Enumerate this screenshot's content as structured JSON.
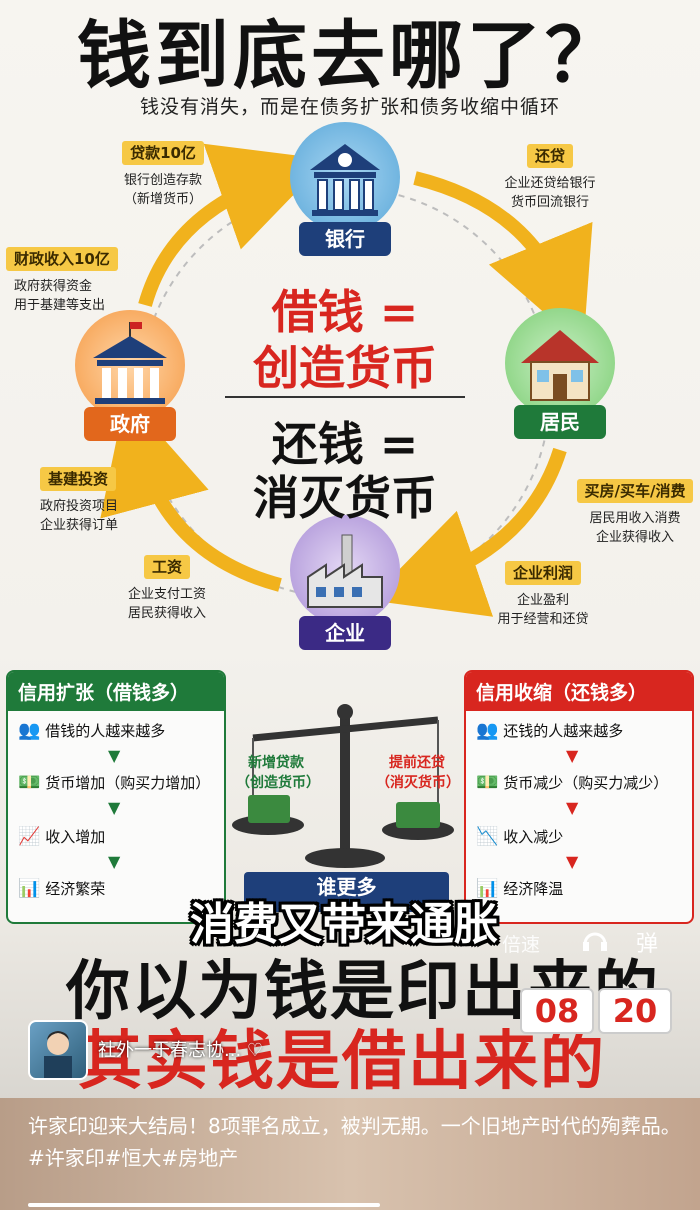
{
  "poster": {
    "title": "钱到底去哪了？",
    "subtitle": "钱没有消失，而是在债务扩张和债务收缩中循环",
    "center": {
      "line1": "借钱 =",
      "line2": "创造货币",
      "line3": "还钱 =",
      "line4": "消灭货币"
    },
    "nodes": {
      "bank": "银行",
      "government": "政府",
      "residents": "居民",
      "enterprise": "企业"
    },
    "flows": [
      {
        "tag": "贷款10亿",
        "desc1": "银行创造存款",
        "desc2": "（新增货币）"
      },
      {
        "tag": "还贷",
        "desc1": "企业还贷给银行",
        "desc2": "货币回流银行"
      },
      {
        "tag": "财政收入10亿",
        "desc1": "政府获得资金",
        "desc2": "用于基建等支出"
      },
      {
        "tag": "基建投资",
        "desc1": "政府投资项目",
        "desc2": "企业获得订单"
      },
      {
        "tag": "工资",
        "desc1": "企业支付工资",
        "desc2": "居民获得收入"
      },
      {
        "tag": "买房/买车/消费",
        "desc1": "居民用收入消费",
        "desc2": "企业获得收入"
      },
      {
        "tag": "企业利润",
        "desc1": "企业盈利",
        "desc2": "用于经营和还贷"
      }
    ],
    "expansion": {
      "title": "信用扩张（借钱多）",
      "items": [
        "借钱的人越来越多",
        "货币增加（购买力增加）",
        "收入增加",
        "经济繁荣"
      ]
    },
    "contraction": {
      "title": "信用收缩（还钱多）",
      "items": [
        "还钱的人越来越多",
        "货币减少（购买力减少）",
        "收入减少",
        "经济降温"
      ]
    },
    "scale": {
      "left_label1": "新增贷款",
      "left_label2": "（创造货币）",
      "right_label1": "提前还贷",
      "right_label2": "（消灭货币）",
      "base_label": "谁更多"
    },
    "colors": {
      "red": "#d8261f",
      "green": "#1f7a3a",
      "navy": "#1e3f7a",
      "gold": "#f6b91e"
    }
  },
  "overlay": {
    "subtitle_caption": "消费又带来通胀",
    "big_line1": "你以为钱是印出来的",
    "big_line2": "其实钱是借出来的",
    "speed_label": "倍速",
    "danmaku_label": "弹",
    "time": [
      "08",
      "20"
    ]
  },
  "post": {
    "author": "社外一于春志协...",
    "caption": "许家印迎来大结局！8项罪名成立，被判无期。一个旧地产时代的殉葬品。#许家印#恒大#房地产"
  }
}
